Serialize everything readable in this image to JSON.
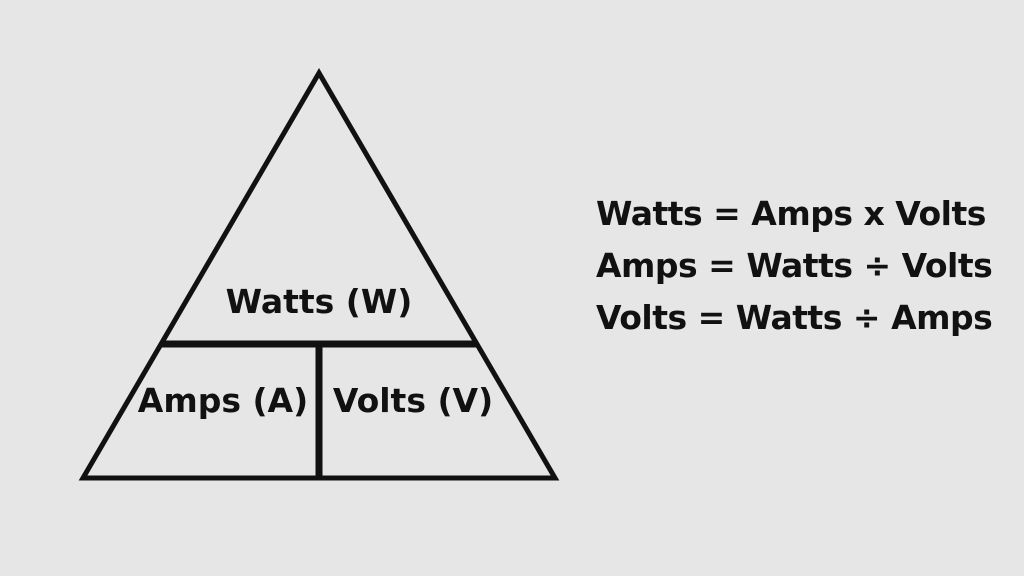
{
  "diagram": {
    "top_label": "Watts (W)",
    "bottom_left_label": "Amps (A)",
    "bottom_right_label": "Volts (V)"
  },
  "formulas": [
    "Watts = Amps x Volts",
    "Amps = Watts ÷ Volts",
    "Volts = Watts ÷ Amps"
  ]
}
